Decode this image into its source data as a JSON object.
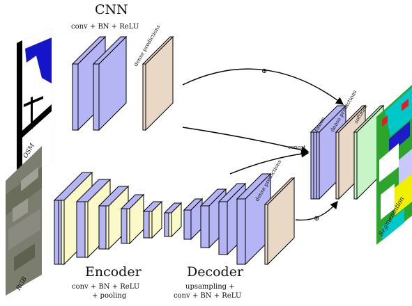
{
  "cnn": {
    "title": "CNN",
    "ops": "conv + BN + ReLU",
    "dense_label": "dense predictions"
  },
  "encoder": {
    "title": "Encoder",
    "ops_line1": "conv + BN + ReLU",
    "ops_line2": "+ pooling"
  },
  "decoder": {
    "title": "Decoder",
    "ops_line1": "upsampling +",
    "ops_line2": "conv + BN + ReLU",
    "dense_label": "dense predictions"
  },
  "fusion_block": {
    "fusion_label": "fusion",
    "dense_label": "dense predictions",
    "softmax_label": "softmax"
  },
  "connections": {
    "concat_label": "concat",
    "sum_symbol": "⊕"
  },
  "inputs": {
    "osm_label": "OSM",
    "rgb_label": "RGB"
  },
  "output": {
    "segmentation_label": "Segmentation"
  },
  "colors": {
    "conv_blue": "#b5b5f5",
    "pool_yellow": "#fafac8",
    "pred_tan": "#ead8c6",
    "softmax_green": "#c8f5c8",
    "line": "#000000"
  }
}
